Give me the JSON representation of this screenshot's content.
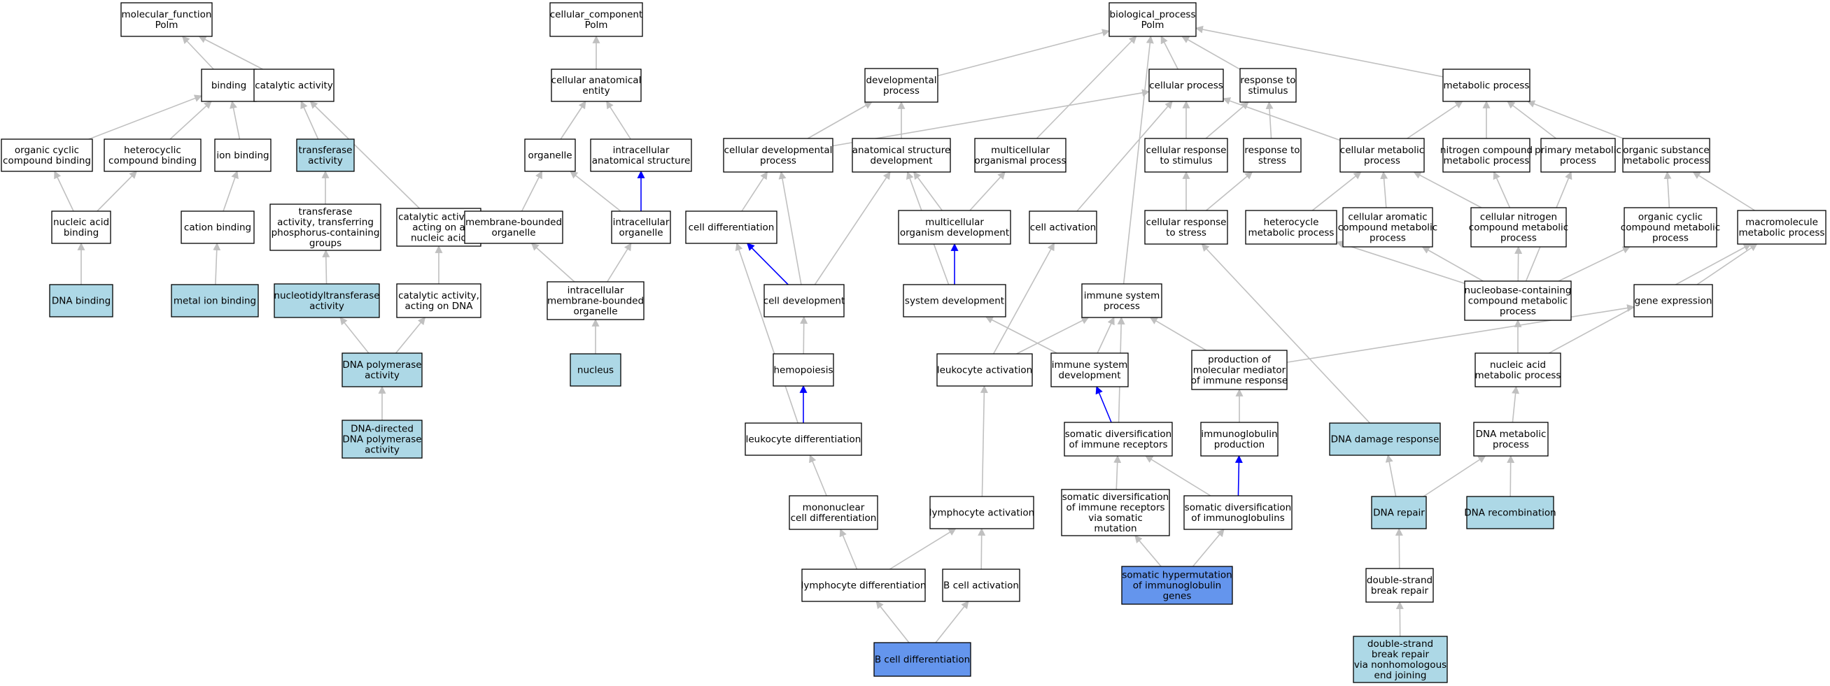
{
  "colors": {
    "plain": "#ffffff",
    "light": "#add8e6",
    "dark": "#6495ed",
    "edge_gray": "#c0c0c0",
    "edge_blue": "#0000ff"
  },
  "nodes": [
    {
      "id": "mf",
      "label": "molecular_function\nPolm",
      "color": "plain"
    },
    {
      "id": "binding",
      "label": "binding",
      "color": "plain"
    },
    {
      "id": "catalytic",
      "label": "catalytic activity",
      "color": "plain"
    },
    {
      "id": "organic_cyclic_binding",
      "label": "organic cyclic\ncompound binding",
      "color": "plain"
    },
    {
      "id": "heterocyclic_binding",
      "label": "heterocyclic\ncompound binding",
      "color": "plain"
    },
    {
      "id": "ion_binding",
      "label": "ion binding",
      "color": "plain"
    },
    {
      "id": "transferase",
      "label": "transferase\nactivity",
      "color": "light"
    },
    {
      "id": "nucleic_acid_binding",
      "label": "nucleic acid\nbinding",
      "color": "plain"
    },
    {
      "id": "cation_binding",
      "label": "cation binding",
      "color": "plain"
    },
    {
      "id": "transferase_phospho",
      "label": "transferase\nactivity, transferring\nphosphorus-containing\ngroups",
      "color": "plain"
    },
    {
      "id": "catalytic_nucleic",
      "label": "catalytic activity,\nacting on a\nnucleic acid",
      "color": "plain"
    },
    {
      "id": "dna_binding",
      "label": "DNA binding",
      "color": "light"
    },
    {
      "id": "metal_ion_binding",
      "label": "metal ion binding",
      "color": "light"
    },
    {
      "id": "nucleotidyltransferase",
      "label": "nucleotidyltransferase\nactivity",
      "color": "light"
    },
    {
      "id": "catalytic_dna",
      "label": "catalytic activity,\nacting on DNA",
      "color": "plain"
    },
    {
      "id": "dna_polymerase",
      "label": "DNA polymerase\nactivity",
      "color": "light"
    },
    {
      "id": "dna_directed_pol",
      "label": "DNA-directed\nDNA polymerase\nactivity",
      "color": "light"
    },
    {
      "id": "cc",
      "label": "cellular_component\nPolm",
      "color": "plain"
    },
    {
      "id": "cell_anat_entity",
      "label": "cellular anatomical\nentity",
      "color": "plain"
    },
    {
      "id": "organelle",
      "label": "organelle",
      "color": "plain"
    },
    {
      "id": "intracell_anat",
      "label": "intracellular\nanatomical structure",
      "color": "plain"
    },
    {
      "id": "membrane_organelle",
      "label": "membrane-bounded\norganelle",
      "color": "plain"
    },
    {
      "id": "intracell_organelle",
      "label": "intracellular\norganelle",
      "color": "plain"
    },
    {
      "id": "intracell_membrane_organelle",
      "label": "intracellular\nmembrane-bounded\norganelle",
      "color": "plain"
    },
    {
      "id": "nucleus",
      "label": "nucleus",
      "color": "light"
    },
    {
      "id": "bp",
      "label": "biological_process\nPolm",
      "color": "plain"
    },
    {
      "id": "developmental",
      "label": "developmental\nprocess",
      "color": "plain"
    },
    {
      "id": "cellular_process",
      "label": "cellular process",
      "color": "plain"
    },
    {
      "id": "response_stimulus",
      "label": "response to\nstimulus",
      "color": "plain"
    },
    {
      "id": "metabolic",
      "label": "metabolic process",
      "color": "plain"
    },
    {
      "id": "cell_dev_process",
      "label": "cellular developmental\nprocess",
      "color": "plain"
    },
    {
      "id": "anat_struct_dev",
      "label": "anatomical structure\ndevelopment",
      "color": "plain"
    },
    {
      "id": "multicell_process",
      "label": "multicellular\norganismal process",
      "color": "plain"
    },
    {
      "id": "cell_response_stimulus",
      "label": "cellular response\nto stimulus",
      "color": "plain"
    },
    {
      "id": "response_stress",
      "label": "response to\nstress",
      "color": "plain"
    },
    {
      "id": "cell_metabolic",
      "label": "cellular metabolic\nprocess",
      "color": "plain"
    },
    {
      "id": "nitrogen_metabolic",
      "label": "nitrogen compound\nmetabolic process",
      "color": "plain"
    },
    {
      "id": "primary_metabolic",
      "label": "primary metabolic\nprocess",
      "color": "plain"
    },
    {
      "id": "organic_subst_metabolic",
      "label": "organic substance\nmetabolic process",
      "color": "plain"
    },
    {
      "id": "cell_differentiation",
      "label": "cell differentiation",
      "color": "plain"
    },
    {
      "id": "multicell_dev",
      "label": "multicellular\norganism development",
      "color": "plain"
    },
    {
      "id": "cell_activation",
      "label": "cell activation",
      "color": "plain"
    },
    {
      "id": "cell_response_stress",
      "label": "cellular response\nto stress",
      "color": "plain"
    },
    {
      "id": "heterocycle_metabolic",
      "label": "heterocycle\nmetabolic process",
      "color": "plain"
    },
    {
      "id": "cell_aromatic_metabolic",
      "label": "cellular aromatic\ncompound metabolic\nprocess",
      "color": "plain"
    },
    {
      "id": "cell_nitrogen_metabolic",
      "label": "cellular nitrogen\ncompound metabolic\nprocess",
      "color": "plain"
    },
    {
      "id": "organic_cyclic_metabolic",
      "label": "organic cyclic\ncompound metabolic\nprocess",
      "color": "plain"
    },
    {
      "id": "macromolecule_metabolic",
      "label": "macromolecule\nmetabolic process",
      "color": "plain"
    },
    {
      "id": "cell_development",
      "label": "cell development",
      "color": "plain"
    },
    {
      "id": "system_dev",
      "label": "system development",
      "color": "plain"
    },
    {
      "id": "immune_system_process",
      "label": "immune system\nprocess",
      "color": "plain"
    },
    {
      "id": "nucleobase_metabolic",
      "label": "nucleobase-containing\ncompound metabolic\nprocess",
      "color": "plain"
    },
    {
      "id": "gene_expression",
      "label": "gene expression",
      "color": "plain"
    },
    {
      "id": "hemopoiesis",
      "label": "hemopoiesis",
      "color": "plain"
    },
    {
      "id": "leukocyte_activation",
      "label": "leukocyte activation",
      "color": "plain"
    },
    {
      "id": "immune_system_dev",
      "label": "immune system\ndevelopment",
      "color": "plain"
    },
    {
      "id": "production_mediator",
      "label": "production of\nmolecular mediator\nof immune response",
      "color": "plain"
    },
    {
      "id": "nucleic_acid_metabolic",
      "label": "nucleic acid\nmetabolic process",
      "color": "plain"
    },
    {
      "id": "leukocyte_diff",
      "label": "leukocyte differentiation",
      "color": "plain"
    },
    {
      "id": "somatic_div_receptors",
      "label": "somatic diversification\nof immune receptors",
      "color": "plain"
    },
    {
      "id": "immunoglobulin_production",
      "label": "immunoglobulin\nproduction",
      "color": "plain"
    },
    {
      "id": "dna_damage_response",
      "label": "DNA damage response",
      "color": "light"
    },
    {
      "id": "dna_metabolic",
      "label": "DNA metabolic\nprocess",
      "color": "plain"
    },
    {
      "id": "mononuclear_diff",
      "label": "mononuclear\ncell differentiation",
      "color": "plain"
    },
    {
      "id": "lymphocyte_activation",
      "label": "lymphocyte activation",
      "color": "plain"
    },
    {
      "id": "somatic_div_receptors_somatic",
      "label": "somatic diversification\nof immune receptors\nvia somatic\nmutation",
      "color": "plain"
    },
    {
      "id": "somatic_div_immunoglobulins",
      "label": "somatic diversification\nof immunoglobulins",
      "color": "plain"
    },
    {
      "id": "dna_repair",
      "label": "DNA repair",
      "color": "light"
    },
    {
      "id": "dna_recombination",
      "label": "DNA recombination",
      "color": "light"
    },
    {
      "id": "lymphocyte_diff",
      "label": "lymphocyte differentiation",
      "color": "plain"
    },
    {
      "id": "b_cell_activation",
      "label": "B cell activation",
      "color": "plain"
    },
    {
      "id": "somatic_hypermutation",
      "label": "somatic hypermutation\nof immunoglobulin\ngenes",
      "color": "dark"
    },
    {
      "id": "double_strand_repair",
      "label": "double-strand\nbreak repair",
      "color": "plain"
    },
    {
      "id": "b_cell_diff",
      "label": "B cell differentiation",
      "color": "dark"
    },
    {
      "id": "dsb_nhej",
      "label": "double-strand\nbreak repair\nvia nonhomologous\nend joining",
      "color": "light"
    }
  ],
  "edges": [
    [
      "binding",
      "mf",
      "gray"
    ],
    [
      "catalytic",
      "mf",
      "gray"
    ],
    [
      "organic_cyclic_binding",
      "binding",
      "gray"
    ],
    [
      "heterocyclic_binding",
      "binding",
      "gray"
    ],
    [
      "ion_binding",
      "binding",
      "gray"
    ],
    [
      "transferase",
      "catalytic",
      "gray"
    ],
    [
      "catalytic_nucleic",
      "catalytic",
      "gray"
    ],
    [
      "nucleic_acid_binding",
      "organic_cyclic_binding",
      "gray"
    ],
    [
      "nucleic_acid_binding",
      "heterocyclic_binding",
      "gray"
    ],
    [
      "cation_binding",
      "ion_binding",
      "gray"
    ],
    [
      "transferase_phospho",
      "transferase",
      "gray"
    ],
    [
      "dna_binding",
      "nucleic_acid_binding",
      "gray"
    ],
    [
      "metal_ion_binding",
      "cation_binding",
      "gray"
    ],
    [
      "nucleotidyltransferase",
      "transferase_phospho",
      "gray"
    ],
    [
      "catalytic_dna",
      "catalytic_nucleic",
      "gray"
    ],
    [
      "dna_polymerase",
      "nucleotidyltransferase",
      "gray"
    ],
    [
      "dna_polymerase",
      "catalytic_dna",
      "gray"
    ],
    [
      "dna_directed_pol",
      "dna_polymerase",
      "gray"
    ],
    [
      "cell_anat_entity",
      "cc",
      "gray"
    ],
    [
      "organelle",
      "cell_anat_entity",
      "gray"
    ],
    [
      "intracell_anat",
      "cell_anat_entity",
      "gray"
    ],
    [
      "membrane_organelle",
      "organelle",
      "gray"
    ],
    [
      "intracell_organelle",
      "organelle",
      "gray"
    ],
    [
      "intracell_organelle",
      "intracell_anat",
      "blue"
    ],
    [
      "intracell_membrane_organelle",
      "membrane_organelle",
      "gray"
    ],
    [
      "intracell_membrane_organelle",
      "intracell_organelle",
      "gray"
    ],
    [
      "nucleus",
      "intracell_membrane_organelle",
      "gray"
    ],
    [
      "developmental",
      "bp",
      "gray"
    ],
    [
      "cellular_process",
      "bp",
      "gray"
    ],
    [
      "response_stimulus",
      "bp",
      "gray"
    ],
    [
      "metabolic",
      "bp",
      "gray"
    ],
    [
      "multicell_process",
      "bp",
      "gray"
    ],
    [
      "immune_system_process",
      "bp",
      "gray"
    ],
    [
      "cell_dev_process",
      "developmental",
      "gray"
    ],
    [
      "cell_dev_process",
      "cellular_process",
      "gray"
    ],
    [
      "anat_struct_dev",
      "developmental",
      "gray"
    ],
    [
      "cell_response_stimulus",
      "cellular_process",
      "gray"
    ],
    [
      "cell_response_stimulus",
      "response_stimulus",
      "gray"
    ],
    [
      "response_stress",
      "response_stimulus",
      "gray"
    ],
    [
      "cell_metabolic",
      "metabolic",
      "gray"
    ],
    [
      "cell_metabolic",
      "cellular_process",
      "gray"
    ],
    [
      "nitrogen_metabolic",
      "metabolic",
      "gray"
    ],
    [
      "primary_metabolic",
      "metabolic",
      "gray"
    ],
    [
      "organic_subst_metabolic",
      "metabolic",
      "gray"
    ],
    [
      "cell_differentiation",
      "cell_dev_process",
      "gray"
    ],
    [
      "multicell_dev",
      "anat_struct_dev",
      "gray"
    ],
    [
      "multicell_dev",
      "multicell_process",
      "gray"
    ],
    [
      "cell_activation",
      "cellular_process",
      "gray"
    ],
    [
      "cell_response_stress",
      "cell_response_stimulus",
      "gray"
    ],
    [
      "cell_response_stress",
      "response_stress",
      "gray"
    ],
    [
      "heterocycle_metabolic",
      "cell_metabolic",
      "gray"
    ],
    [
      "cell_aromatic_metabolic",
      "cell_metabolic",
      "gray"
    ],
    [
      "cell_nitrogen_metabolic",
      "cell_metabolic",
      "gray"
    ],
    [
      "cell_nitrogen_metabolic",
      "nitrogen_metabolic",
      "gray"
    ],
    [
      "organic_cyclic_metabolic",
      "organic_subst_metabolic",
      "gray"
    ],
    [
      "macromolecule_metabolic",
      "organic_subst_metabolic",
      "gray"
    ],
    [
      "cell_development",
      "cell_differentiation",
      "blue"
    ],
    [
      "cell_development",
      "cell_dev_process",
      "gray"
    ],
    [
      "cell_development",
      "anat_struct_dev",
      "gray"
    ],
    [
      "system_dev",
      "multicell_dev",
      "blue"
    ],
    [
      "system_dev",
      "anat_struct_dev",
      "gray"
    ],
    [
      "nucleobase_metabolic",
      "heterocycle_metabolic",
      "gray"
    ],
    [
      "nucleobase_metabolic",
      "cell_aromatic_metabolic",
      "gray"
    ],
    [
      "nucleobase_metabolic",
      "cell_nitrogen_metabolic",
      "gray"
    ],
    [
      "nucleobase_metabolic",
      "organic_cyclic_metabolic",
      "gray"
    ],
    [
      "nucleobase_metabolic",
      "primary_metabolic",
      "gray"
    ],
    [
      "gene_expression",
      "macromolecule_metabolic",
      "gray"
    ],
    [
      "hemopoiesis",
      "cell_development",
      "gray"
    ],
    [
      "leukocyte_activation",
      "cell_activation",
      "gray"
    ],
    [
      "leukocyte_activation",
      "immune_system_process",
      "gray"
    ],
    [
      "immune_system_dev",
      "system_dev",
      "gray"
    ],
    [
      "immune_system_dev",
      "immune_system_process",
      "gray"
    ],
    [
      "production_mediator",
      "immune_system_process",
      "gray"
    ],
    [
      "production_mediator",
      "gene_expression",
      "gray"
    ],
    [
      "nucleic_acid_metabolic",
      "nucleobase_metabolic",
      "gray"
    ],
    [
      "nucleic_acid_metabolic",
      "macromolecule_metabolic",
      "gray"
    ],
    [
      "leukocyte_diff",
      "hemopoiesis",
      "blue"
    ],
    [
      "leukocyte_diff",
      "cell_differentiation",
      "gray"
    ],
    [
      "somatic_div_receptors",
      "immune_system_dev",
      "blue"
    ],
    [
      "somatic_div_receptors",
      "immune_system_process",
      "gray"
    ],
    [
      "immunoglobulin_production",
      "production_mediator",
      "gray"
    ],
    [
      "dna_damage_response",
      "cell_response_stress",
      "gray"
    ],
    [
      "dna_metabolic",
      "nucleic_acid_metabolic",
      "gray"
    ],
    [
      "mononuclear_diff",
      "leukocyte_diff",
      "gray"
    ],
    [
      "lymphocyte_activation",
      "leukocyte_activation",
      "gray"
    ],
    [
      "somatic_div_receptors_somatic",
      "somatic_div_receptors",
      "gray"
    ],
    [
      "somatic_div_immunoglobulins",
      "somatic_div_receptors",
      "gray"
    ],
    [
      "somatic_div_immunoglobulins",
      "immunoglobulin_production",
      "blue"
    ],
    [
      "dna_repair",
      "dna_damage_response",
      "gray"
    ],
    [
      "dna_repair",
      "dna_metabolic",
      "gray"
    ],
    [
      "dna_recombination",
      "dna_metabolic",
      "gray"
    ],
    [
      "lymphocyte_diff",
      "mononuclear_diff",
      "gray"
    ],
    [
      "lymphocyte_diff",
      "lymphocyte_activation",
      "gray"
    ],
    [
      "b_cell_activation",
      "lymphocyte_activation",
      "gray"
    ],
    [
      "somatic_hypermutation",
      "somatic_div_receptors_somatic",
      "gray"
    ],
    [
      "somatic_hypermutation",
      "somatic_div_immunoglobulins",
      "gray"
    ],
    [
      "double_strand_repair",
      "dna_repair",
      "gray"
    ],
    [
      "b_cell_diff",
      "lymphocyte_diff",
      "gray"
    ],
    [
      "b_cell_diff",
      "b_cell_activation",
      "gray"
    ],
    [
      "dsb_nhej",
      "double_strand_repair",
      "gray"
    ]
  ]
}
